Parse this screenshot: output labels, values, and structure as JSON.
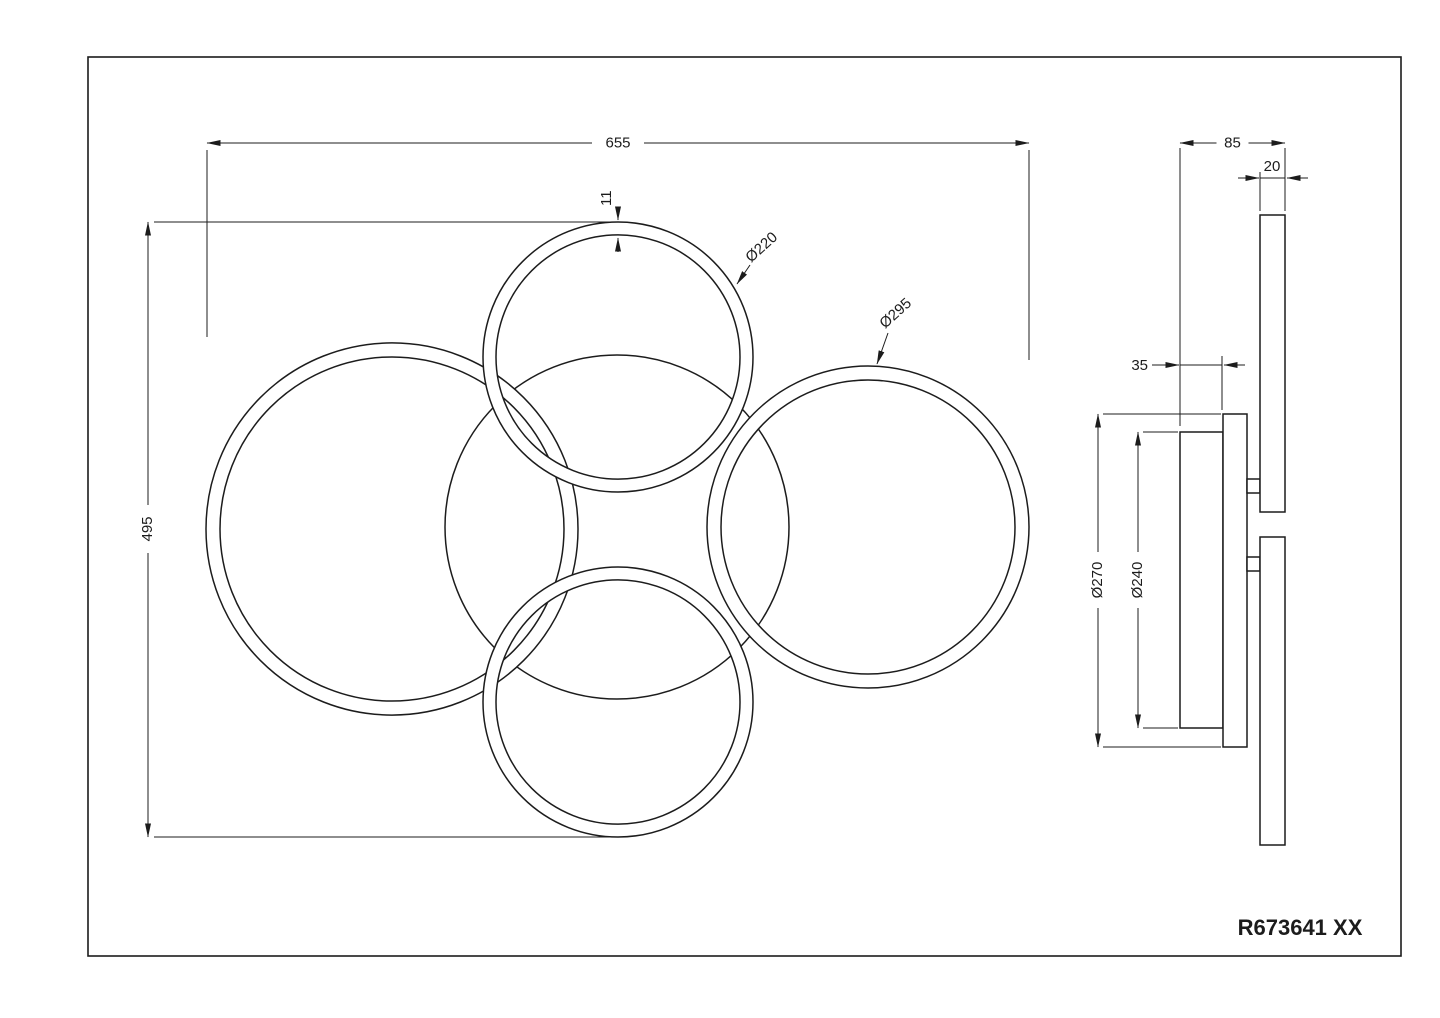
{
  "meta": {
    "part_number": "R673641 XX"
  },
  "colors": {
    "line": "#1c1c1c",
    "background": "#ffffff"
  },
  "front_view": {
    "dim_width": "655",
    "dim_height": "495",
    "dim_tube_width": "11",
    "label_top_ring_diameter": "Ø220",
    "label_right_ring_diameter": "Ø295"
  },
  "side_view": {
    "dim_depth": "85",
    "dim_ring_depth": "20",
    "dim_canopy_depth": "35",
    "label_canopy_diameter": "Ø270",
    "label_plate_diameter": "Ø240"
  }
}
